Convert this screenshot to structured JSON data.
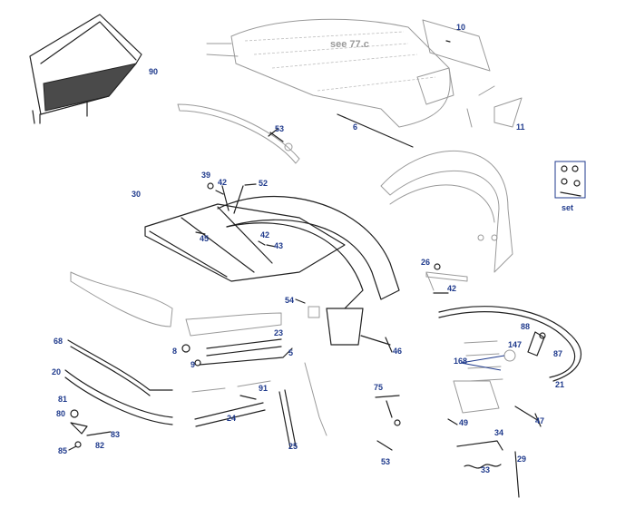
{
  "notes": {
    "see_ref": "see 77.c"
  },
  "colors": {
    "label": "#1f3a8c",
    "line": "#222222",
    "light_line": "#9a9a9a",
    "note": "#9a9a9a",
    "background": "#ffffff"
  },
  "labels": [
    "10",
    "90",
    "11",
    "6",
    "53",
    "39",
    "42",
    "52",
    "30",
    "set",
    "45",
    "42",
    "43",
    "26",
    "42",
    "54",
    "88",
    "23",
    "147",
    "68",
    "8",
    "46",
    "87",
    "5",
    "168",
    "9",
    "20",
    "21",
    "75",
    "91",
    "81",
    "24",
    "80",
    "47",
    "49",
    "83",
    "34",
    "82",
    "25",
    "85",
    "29",
    "53",
    "33"
  ]
}
